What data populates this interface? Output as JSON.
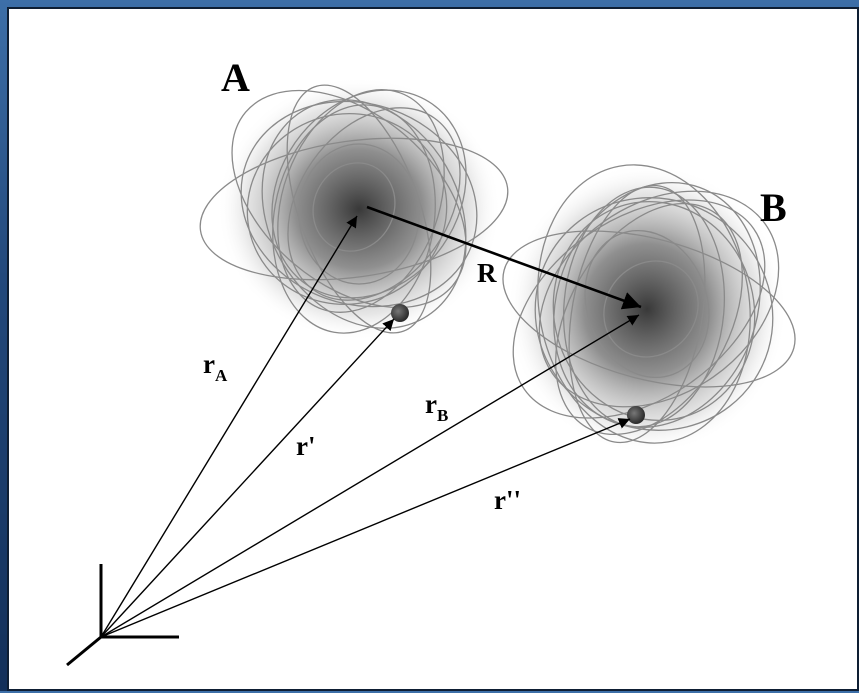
{
  "labels": {
    "atom_a": "A",
    "atom_b": "B",
    "vector_R": "R",
    "vector_rA": "r",
    "vector_rA_sub": "A",
    "vector_rB": "r",
    "vector_rB_sub": "B",
    "vector_r_prime": "r'",
    "vector_r_double_prime": "r''"
  }
}
